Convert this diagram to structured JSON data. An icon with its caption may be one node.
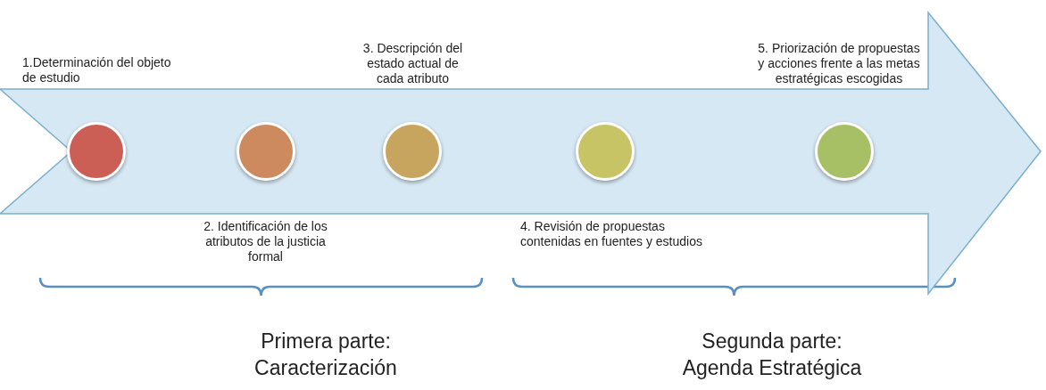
{
  "diagram": {
    "nodes": [
      {
        "text": [],
        "shape": "arrow"
      },
      {
        "text": [],
        "shape": "circle",
        "in": 0,
        "beside": [
          "1.Determinación del objeto de estudio"
        ]
      },
      {
        "text": [],
        "shape": "circle",
        "in": 0,
        "beside": [
          "2. Identificación de los atributos de la justicia formal"
        ]
      },
      {
        "text": [],
        "shape": "circle",
        "in": 0,
        "beside": [
          "3. Descripción del estado actual de cada atributo"
        ]
      },
      {
        "text": [],
        "shape": "circle",
        "in": 0,
        "beside": [
          "4. Revisión de propuestas contenidas en fuentes y estudios"
        ]
      },
      {
        "text": [],
        "shape": "circle",
        "in": 0,
        "beside": [
          "5. Priorización de propuestas y acciones frente a las metas estratégicas escogidas"
        ]
      }
    ],
    "edges": [],
    "labels": [
      "Primera parte: Caracterización",
      "Segunda parte: Agenda Estratégica"
    ]
  }
}
